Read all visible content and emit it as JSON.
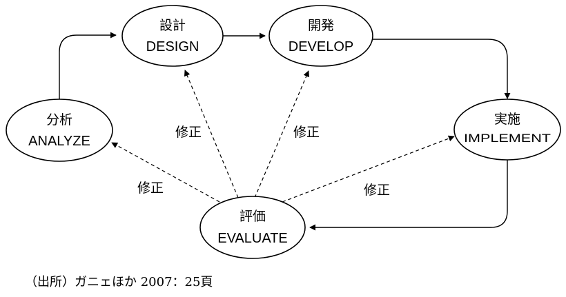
{
  "nodes": {
    "design": {
      "ja": "設計",
      "en": "DESIGN"
    },
    "develop": {
      "ja": "開発",
      "en": "DEVELOP"
    },
    "analyze": {
      "ja": "分析",
      "en": "ANALYZE"
    },
    "implement": {
      "ja": "実施",
      "en": "IMPLEMENT"
    },
    "evaluate": {
      "ja": "評価",
      "en": "EVALUATE"
    }
  },
  "edges": {
    "revise_design": "修正",
    "revise_develop": "修正",
    "revise_analyze": "修正",
    "revise_implement": "修正"
  },
  "source": "（出所）ガニェほか 2007：25頁"
}
